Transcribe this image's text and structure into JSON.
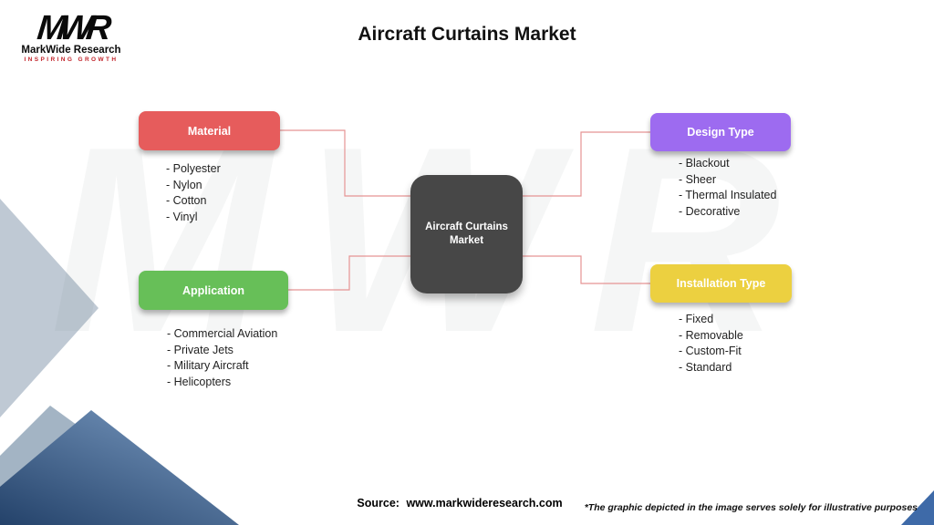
{
  "title": "Aircraft Curtains Market",
  "logo": {
    "letters": "MWR",
    "brand": "MarkWide Research",
    "tagline": "Inspiring Growth"
  },
  "watermark": "MWR",
  "center": {
    "label": "Aircraft Curtains Market"
  },
  "categories": [
    {
      "id": "material",
      "label": "Material",
      "color": "#e65c5c",
      "items": [
        "- Polyester",
        "- Nylon",
        "- Cotton",
        "- Vinyl"
      ]
    },
    {
      "id": "design-type",
      "label": "Design Type",
      "color": "#9d6bf0",
      "items": [
        "- Blackout",
        "- Sheer",
        "- Thermal Insulated",
        "- Decorative"
      ]
    },
    {
      "id": "application",
      "label": "Application",
      "color": "#67bf58",
      "items": [
        "- Commercial Aviation",
        "- Private Jets",
        "- Military Aircraft",
        "- Helicopters"
      ]
    },
    {
      "id": "installation-type",
      "label": "Installation Type",
      "color": "#ecd040",
      "items": [
        "- Fixed",
        "- Removable",
        "- Custom-Fit",
        "- Standard"
      ]
    }
  ],
  "footer": {
    "source_label": "Source:",
    "source_url": "www.markwideresearch.com",
    "disclaimer": "*The graphic depicted in the image serves solely for illustrative purposes"
  },
  "colors": {
    "center_bg": "#474747",
    "connector": "#e59494",
    "deco_left_triangle": "#a9b7c6",
    "deco_gray_shape": "#93a7ba",
    "deco_blue_light": "#7b9cc3",
    "deco_blue_dark": "#1c3a62",
    "corner_triangle": "#3e6aa8"
  }
}
